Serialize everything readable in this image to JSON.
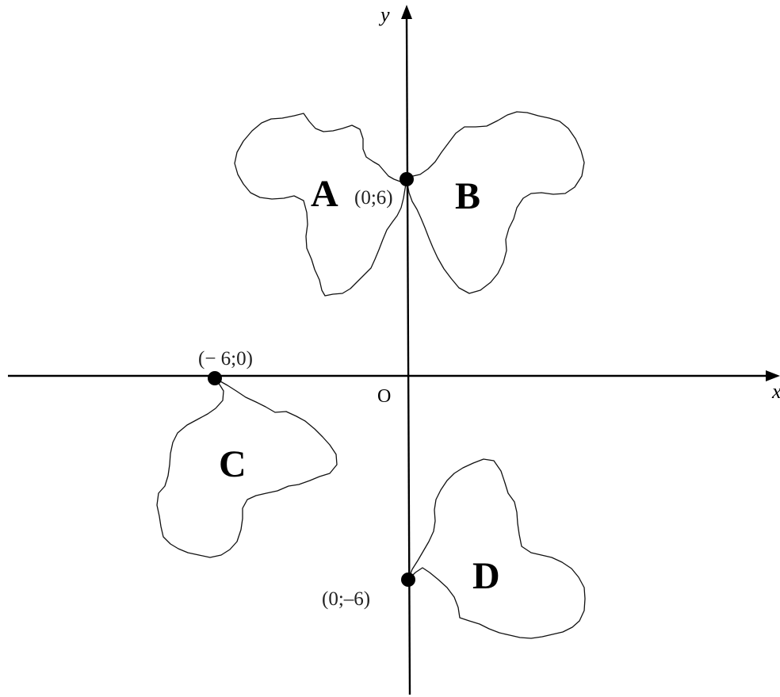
{
  "axes": {
    "x_label": "x",
    "y_label": "y",
    "origin_label": "O"
  },
  "shapes": [
    {
      "label": "A"
    },
    {
      "label": "B"
    },
    {
      "label": "C"
    },
    {
      "label": "D"
    }
  ],
  "points": [
    {
      "label": "(0;6)",
      "x": 0,
      "y": 6
    },
    {
      "label": "(− 6;0)",
      "x": -6,
      "y": 0
    },
    {
      "label": "(0;–6)",
      "x": 0,
      "y": -6
    }
  ]
}
